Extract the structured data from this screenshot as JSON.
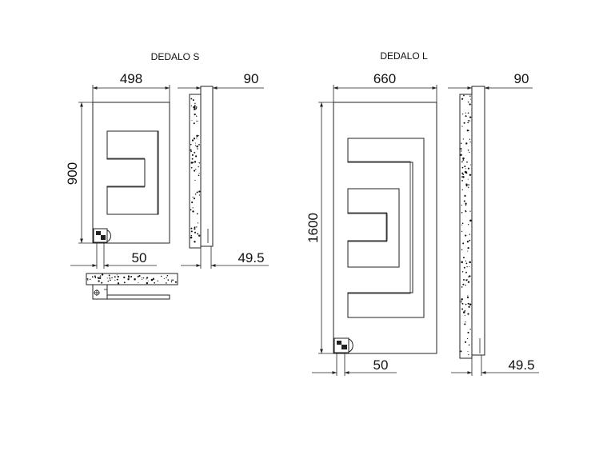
{
  "models": [
    {
      "name": "DEDALO S",
      "dims": {
        "width": "498",
        "depth": "90",
        "height": "900",
        "valve_offset": "50",
        "wall_offset": "49.5"
      }
    },
    {
      "name": "DEDALO L",
      "dims": {
        "width": "660",
        "depth": "90",
        "height": "1600",
        "valve_offset": "50",
        "wall_offset": "49.5"
      }
    }
  ],
  "colors": {
    "line": "#222222",
    "fill": "#ffffff"
  }
}
